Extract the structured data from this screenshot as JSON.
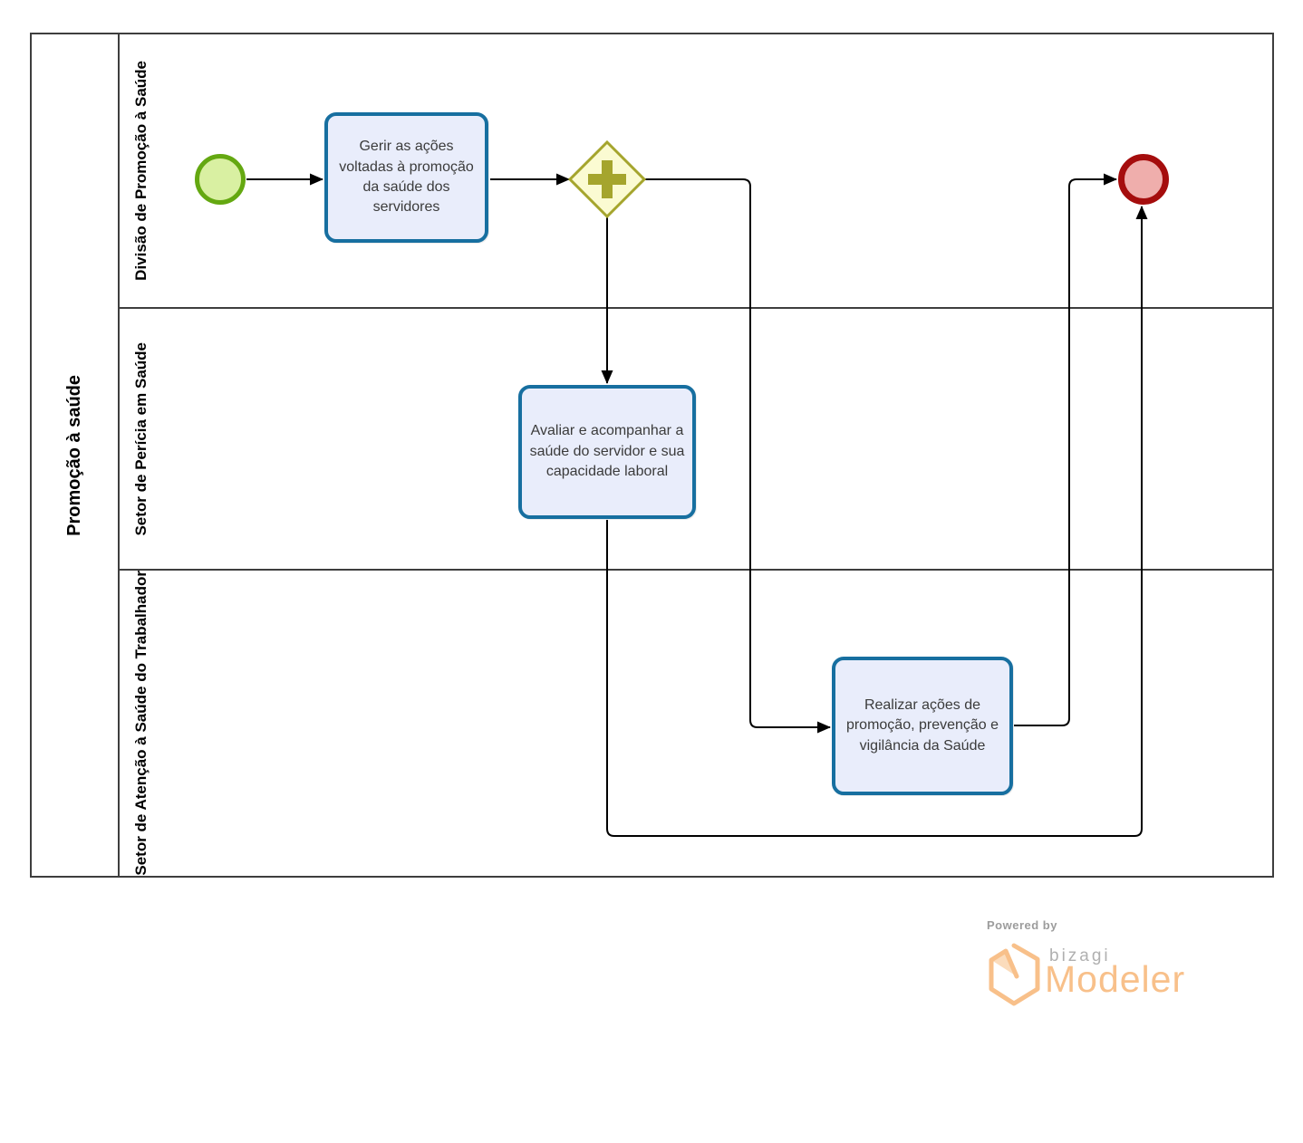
{
  "diagram_type": "BPMN process diagram",
  "pool": {
    "label": "Promoção à saúde"
  },
  "lanes": [
    {
      "label": "Divisão de Promoção à Saúde"
    },
    {
      "label": "Setor de Perícia em Saúde"
    },
    {
      "label": "Setor de Atenção à Saúde do Trabalhador"
    }
  ],
  "tasks": [
    {
      "label": "Gerir as ações voltadas à promoção da saúde dos servidores",
      "lane": "Divisão de Promoção à Saúde"
    },
    {
      "label": "Avaliar e acompanhar a saúde do servidor e sua capacidade laboral",
      "lane": "Setor de Perícia em Saúde"
    },
    {
      "label": "Realizar ações de promoção, prevenção e vigilância da Saúde",
      "lane": "Setor de Atenção à Saúde do Trabalhador"
    }
  ],
  "events": {
    "start": {
      "type": "start-event",
      "lane": "Divisão de Promoção à Saúde"
    },
    "end": {
      "type": "end-event",
      "lane": "Divisão de Promoção à Saúde"
    }
  },
  "gateway": {
    "type": "parallel-gateway",
    "icon": "plus-icon",
    "lane": "Divisão de Promoção à Saúde"
  },
  "footer": {
    "powered_by": "Powered by",
    "brand": "bizagi",
    "product": "Modeler"
  },
  "colors": {
    "frame": "#3e3e3e",
    "task_fill": "#e9edfb",
    "task_border": "#176fa0",
    "gateway_fill": "#fbfbd2",
    "gateway_border": "#a5a52d",
    "start_fill": "#d9f0a2",
    "start_border": "#64a811",
    "end_fill": "#efaeac",
    "end_border": "#a50d0d",
    "connector": "#000000",
    "gray_text": "#9c9c9c",
    "orange": "#f8c08a"
  }
}
